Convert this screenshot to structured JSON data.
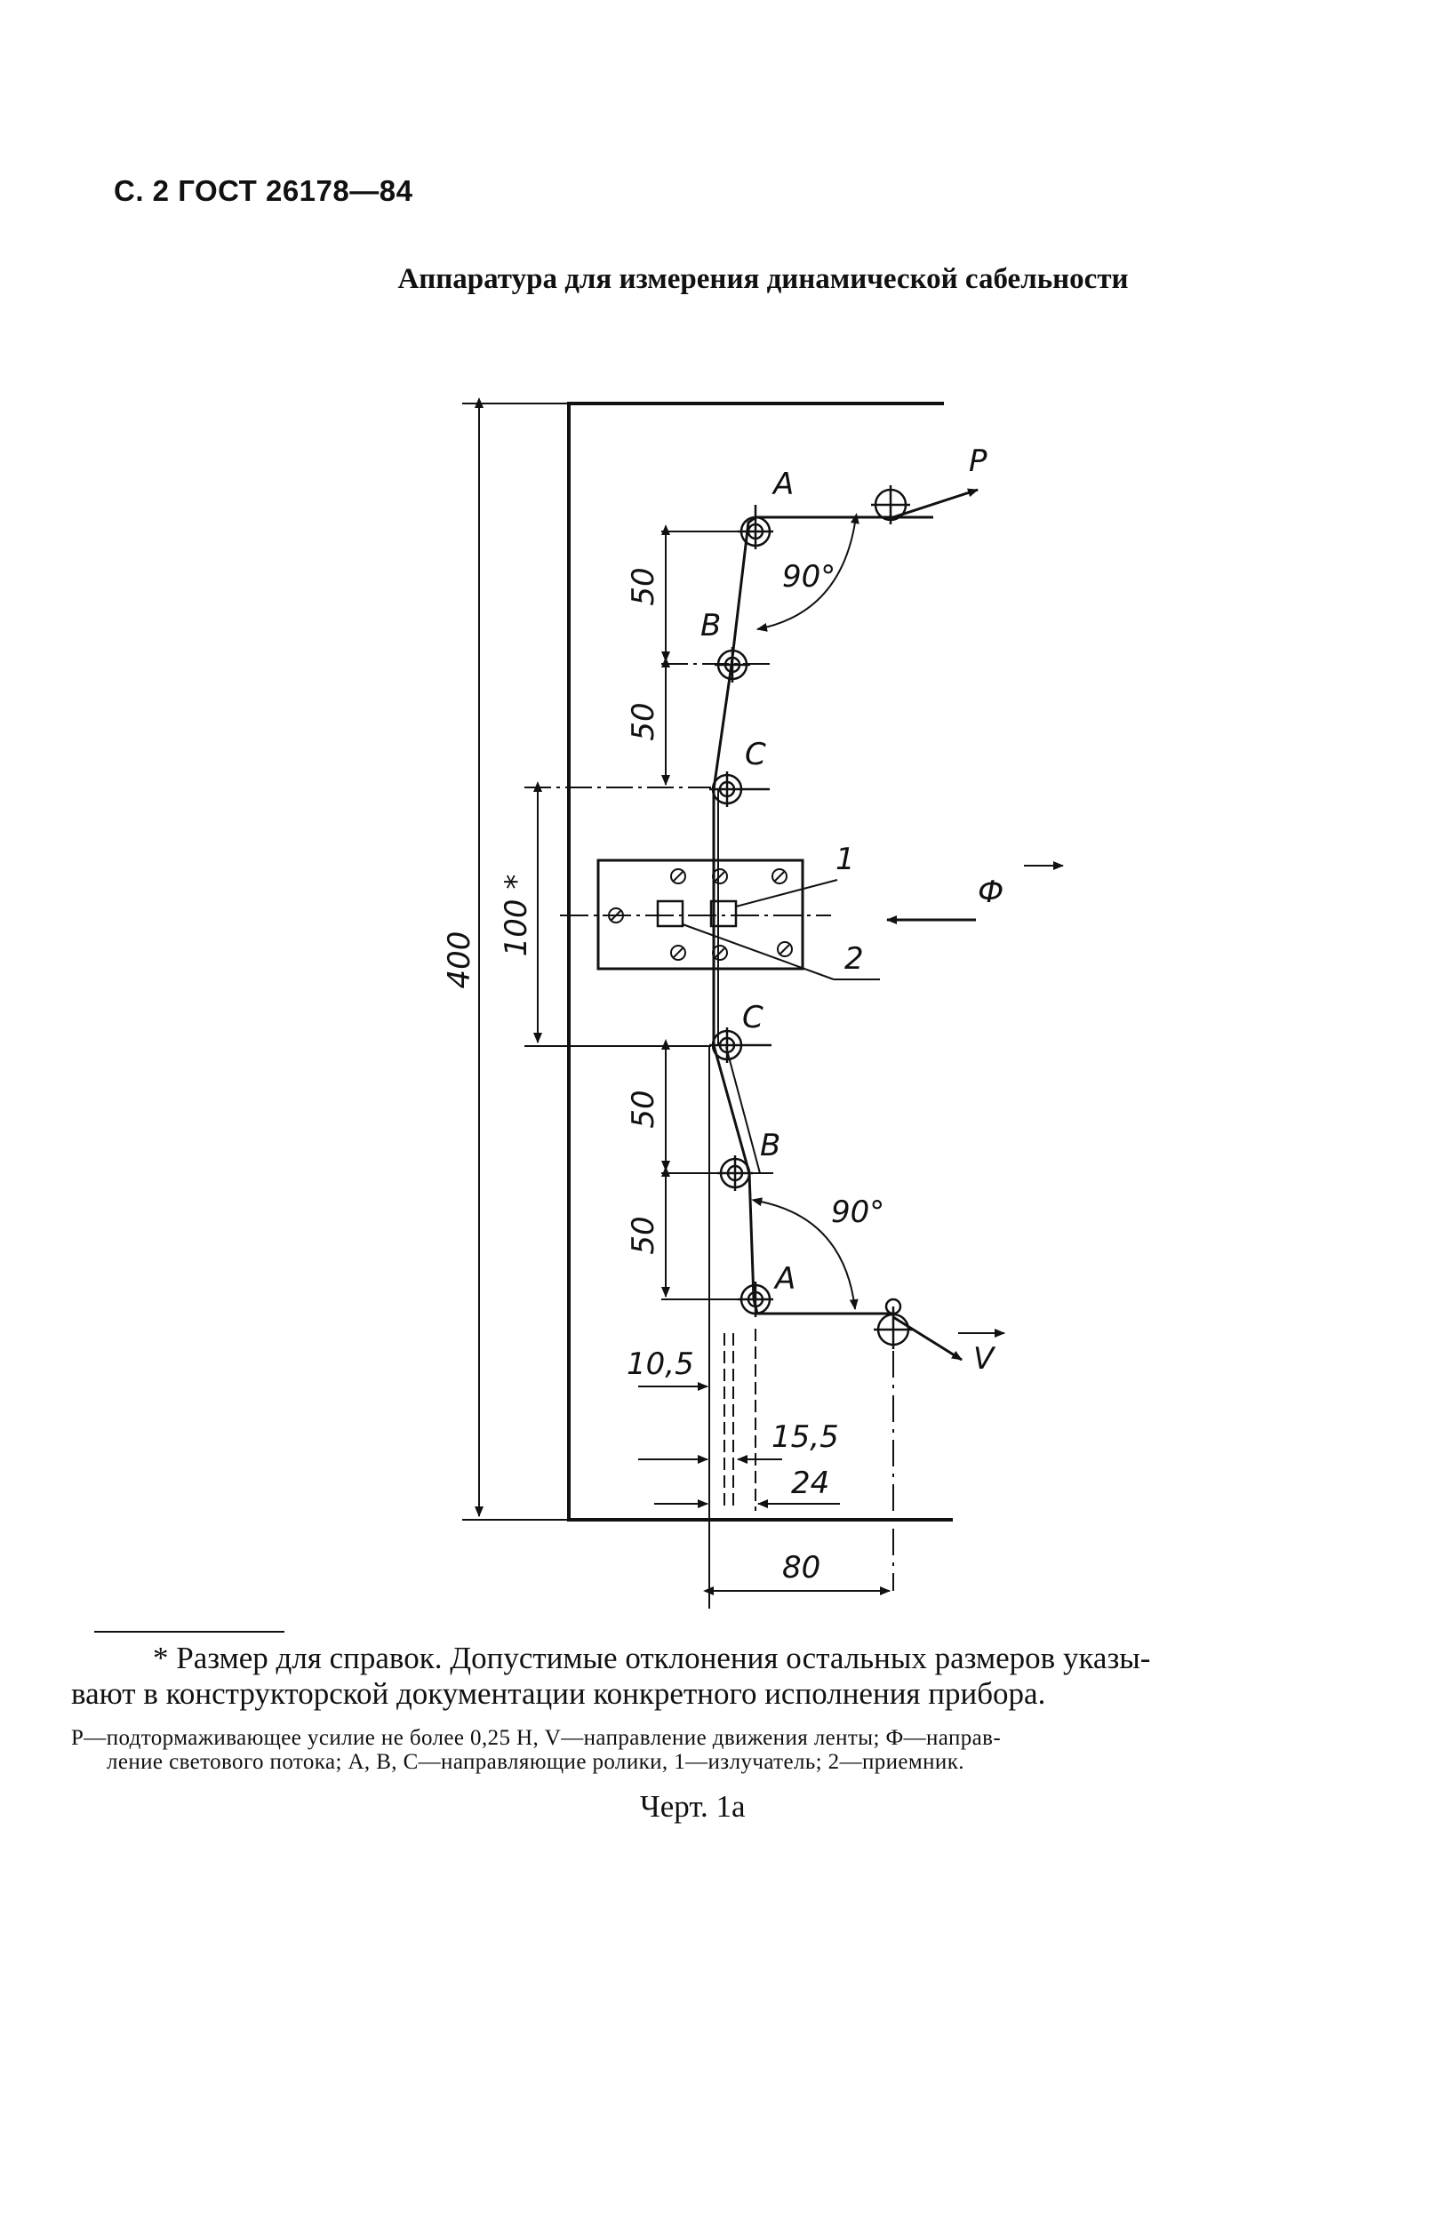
{
  "header": {
    "page_ref": "С. 2 ГОСТ 26178—84"
  },
  "title": "Аппаратура для измерения динамической сабельности",
  "drawing": {
    "roller_labels": {
      "a": "А",
      "b": "В",
      "c": "С"
    },
    "force_label": "P",
    "flux_label": "Ф",
    "velocity_label": "V",
    "part_1": "1",
    "part_2": "2",
    "angle_label": "90°",
    "dims": {
      "overall": "400",
      "sensor_zone": "100 *",
      "roller_step": "50",
      "offset_a": "10,5",
      "offset_b": "15,5",
      "offset_c": "24",
      "width": "80"
    }
  },
  "footnote": {
    "line1": "* Размер для справок. Допустимые отклонения остальных размеров указы-",
    "line2": "вают в конструкторской документации конкретного исполнения прибора."
  },
  "legend": {
    "line1": "P—подтормаживающее усилие не более 0,25 Н, V—направление движения ленты; Ф—направ-",
    "line2": "ление светового потока; А, В, С—направляющие ролики, 1—излучатель; 2—приемник."
  },
  "caption": "Черт. 1а"
}
